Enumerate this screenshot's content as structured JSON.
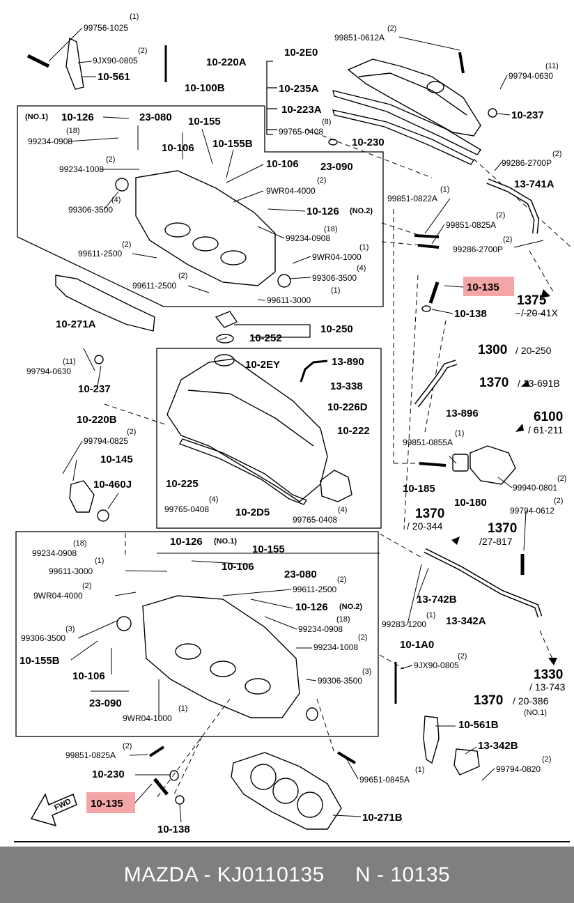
{
  "footer": {
    "text": "MAZDA - KJ0110135     N - 10135"
  },
  "highlight_color": "#f4a6a6",
  "labels": [
    {
      "id": "l1",
      "text": "(1)"
    },
    {
      "id": "l2",
      "text": "99756-1025"
    },
    {
      "id": "l3",
      "text": "(2)"
    },
    {
      "id": "l4",
      "text": "9JX90-0805"
    },
    {
      "id": "l5",
      "text": "10-561"
    },
    {
      "id": "l6",
      "text": "10-100B"
    },
    {
      "id": "l7",
      "text": "(NO.1)"
    },
    {
      "id": "l8",
      "text": "10-126"
    },
    {
      "id": "l9",
      "text": "23-080"
    },
    {
      "id": "l10",
      "text": "10-155"
    },
    {
      "id": "l11",
      "text": "(18)"
    },
    {
      "id": "l12",
      "text": "99234-0908"
    },
    {
      "id": "l13",
      "text": "10-106"
    },
    {
      "id": "l14",
      "text": "10-155B"
    },
    {
      "id": "l15",
      "text": "(2)"
    },
    {
      "id": "l16",
      "text": "99234-1008"
    },
    {
      "id": "l17",
      "text": "10-106"
    },
    {
      "id": "l18",
      "text": "23-090"
    },
    {
      "id": "l19",
      "text": "(2)"
    },
    {
      "id": "l20",
      "text": "9WR04-4000"
    },
    {
      "id": "l21",
      "text": "(4)"
    },
    {
      "id": "l22",
      "text": "99306-3500"
    },
    {
      "id": "l23",
      "text": "10-126"
    },
    {
      "id": "l24",
      "text": "(NO.2)"
    },
    {
      "id": "l25",
      "text": "(18)"
    },
    {
      "id": "l26",
      "text": "99234-0908"
    },
    {
      "id": "l27",
      "text": "(2)"
    },
    {
      "id": "l28",
      "text": "99611-2500"
    },
    {
      "id": "l29",
      "text": "(1)"
    },
    {
      "id": "l30",
      "text": "9WR04-1000"
    },
    {
      "id": "l31",
      "text": "(2)"
    },
    {
      "id": "l32",
      "text": "99611-2500"
    },
    {
      "id": "l33",
      "text": "(4)"
    },
    {
      "id": "l34",
      "text": "99306-3500"
    },
    {
      "id": "l35",
      "text": "(1)"
    },
    {
      "id": "l36",
      "text": "99611-3000"
    },
    {
      "id": "l37",
      "text": "10-271A"
    },
    {
      "id": "l38",
      "text": "(2)"
    },
    {
      "id": "l39",
      "text": "99851-0612A"
    },
    {
      "id": "l40",
      "text": "10-220A"
    },
    {
      "id": "l41",
      "text": "10-2E0"
    },
    {
      "id": "l42",
      "text": "(11)"
    },
    {
      "id": "l43",
      "text": "99794-0630"
    },
    {
      "id": "l44",
      "text": "10-235A"
    },
    {
      "id": "l45",
      "text": "10-237"
    },
    {
      "id": "l46",
      "text": "10-223A"
    },
    {
      "id": "l47",
      "text": "(8)"
    },
    {
      "id": "l48",
      "text": "99765-0408"
    },
    {
      "id": "l49",
      "text": "10-230"
    },
    {
      "id": "l50",
      "text": "(2)"
    },
    {
      "id": "l51",
      "text": "99286-2700P"
    },
    {
      "id": "l52",
      "text": "13-741A"
    },
    {
      "id": "l53",
      "text": "(1)"
    },
    {
      "id": "l54",
      "text": "99851-0822A"
    },
    {
      "id": "l55",
      "text": "(2)"
    },
    {
      "id": "l56",
      "text": "99851-0825A"
    },
    {
      "id": "l57",
      "text": "(2)"
    },
    {
      "id": "l58",
      "text": "99286-2700P"
    },
    {
      "id": "l59",
      "text": "10-135"
    },
    {
      "id": "l60",
      "text": "1375"
    },
    {
      "id": "l61",
      "text": "/ 20-41X"
    },
    {
      "id": "l62",
      "text": "10-138"
    },
    {
      "id": "l63",
      "text": "10-250"
    },
    {
      "id": "l64",
      "text": "10-252"
    },
    {
      "id": "l65",
      "text": "(11)"
    },
    {
      "id": "l66",
      "text": "99794-0630"
    },
    {
      "id": "l67",
      "text": "10-237"
    },
    {
      "id": "l68",
      "text": "10-2EY"
    },
    {
      "id": "l69",
      "text": "13-890"
    },
    {
      "id": "l70",
      "text": "13-338"
    },
    {
      "id": "l71",
      "text": "10-226D"
    },
    {
      "id": "l72",
      "text": "1300"
    },
    {
      "id": "l73",
      "text": "/ 20-250"
    },
    {
      "id": "l74",
      "text": "1370"
    },
    {
      "id": "l75",
      "text": "/ 13-691B"
    },
    {
      "id": "l76",
      "text": "13-896"
    },
    {
      "id": "l77",
      "text": "6100"
    },
    {
      "id": "l78",
      "text": "/ 61-211"
    },
    {
      "id": "l79",
      "text": "10-220B"
    },
    {
      "id": "l80",
      "text": "(2)"
    },
    {
      "id": "l81",
      "text": "99794-0825"
    },
    {
      "id": "l82",
      "text": "10-222"
    },
    {
      "id": "l83",
      "text": "(1)"
    },
    {
      "id": "l84",
      "text": "99851-0855A"
    },
    {
      "id": "l85",
      "text": "10-145"
    },
    {
      "id": "l86",
      "text": "10-460J"
    },
    {
      "id": "l87",
      "text": "10-225"
    },
    {
      "id": "l88",
      "text": "10-185"
    },
    {
      "id": "l89",
      "text": "(2)"
    },
    {
      "id": "l90",
      "text": "99940-0801"
    },
    {
      "id": "l91",
      "text": "(4)"
    },
    {
      "id": "l92",
      "text": "99765-0408"
    },
    {
      "id": "l93",
      "text": "10-2D5"
    },
    {
      "id": "l94",
      "text": "(4)"
    },
    {
      "id": "l95",
      "text": "99765-0408"
    },
    {
      "id": "l96",
      "text": "10-180"
    },
    {
      "id": "l97",
      "text": "(2)"
    },
    {
      "id": "l98",
      "text": "99794-0612"
    },
    {
      "id": "l99",
      "text": "1370"
    },
    {
      "id": "l100",
      "text": "/ 20-344"
    },
    {
      "id": "l101",
      "text": "1370"
    },
    {
      "id": "l102",
      "text": "/27-817"
    },
    {
      "id": "l103",
      "text": "(18)"
    },
    {
      "id": "l104",
      "text": "99234-0908"
    },
    {
      "id": "l105",
      "text": "10-126"
    },
    {
      "id": "l106",
      "text": "(NO.1)"
    },
    {
      "id": "l107",
      "text": "10-155"
    },
    {
      "id": "l108",
      "text": "(1)"
    },
    {
      "id": "l109",
      "text": "99611-3000"
    },
    {
      "id": "l110",
      "text": "10-106"
    },
    {
      "id": "l111",
      "text": "23-080"
    },
    {
      "id": "l112",
      "text": "(2)"
    },
    {
      "id": "l113",
      "text": "9WR04-4000"
    },
    {
      "id": "l114",
      "text": "(2)"
    },
    {
      "id": "l115",
      "text": "99611-2500"
    },
    {
      "id": "l116",
      "text": "10-126"
    },
    {
      "id": "l117",
      "text": "(NO.2)"
    },
    {
      "id": "l118",
      "text": "(18)"
    },
    {
      "id": "l119",
      "text": "99234-0908"
    },
    {
      "id": "l120",
      "text": "13-742B"
    },
    {
      "id": "l121",
      "text": "(1)"
    },
    {
      "id": "l122",
      "text": "99283-1200"
    },
    {
      "id": "l123",
      "text": "13-342A"
    },
    {
      "id": "l124",
      "text": "(3)"
    },
    {
      "id": "l125",
      "text": "99306-3500"
    },
    {
      "id": "l126",
      "text": "(2)"
    },
    {
      "id": "l127",
      "text": "99234-1008"
    },
    {
      "id": "l128",
      "text": "10-1A0"
    },
    {
      "id": "l129",
      "text": "10-155B"
    },
    {
      "id": "l130",
      "text": "10-106"
    },
    {
      "id": "l131",
      "text": "(2)"
    },
    {
      "id": "l132",
      "text": "9JX90-0805"
    },
    {
      "id": "l133",
      "text": "(3)"
    },
    {
      "id": "l134",
      "text": "99306-3500"
    },
    {
      "id": "l135",
      "text": "23-090"
    },
    {
      "id": "l136",
      "text": "1330"
    },
    {
      "id": "l137",
      "text": "/ 13-743"
    },
    {
      "id": "l138",
      "text": "(1)"
    },
    {
      "id": "l139",
      "text": "9WR04-1000"
    },
    {
      "id": "l140",
      "text": "1370"
    },
    {
      "id": "l141",
      "text": "/ 20-386"
    },
    {
      "id": "l142",
      "text": "(NO.1)"
    },
    {
      "id": "l143",
      "text": "10-561B"
    },
    {
      "id": "l144",
      "text": "(2)"
    },
    {
      "id": "l145",
      "text": "99851-0825A"
    },
    {
      "id": "l146",
      "text": "13-342B"
    },
    {
      "id": "l147",
      "text": "10-230"
    },
    {
      "id": "l148",
      "text": "(1)"
    },
    {
      "id": "l149",
      "text": "99651-0845A"
    },
    {
      "id": "l150",
      "text": "(2)"
    },
    {
      "id": "l151",
      "text": "99794-0820"
    },
    {
      "id": "l152",
      "text": "10-135"
    },
    {
      "id": "l153",
      "text": "10-271B"
    },
    {
      "id": "l154",
      "text": "10-138"
    },
    {
      "id": "l155",
      "text": "FWD"
    }
  ]
}
